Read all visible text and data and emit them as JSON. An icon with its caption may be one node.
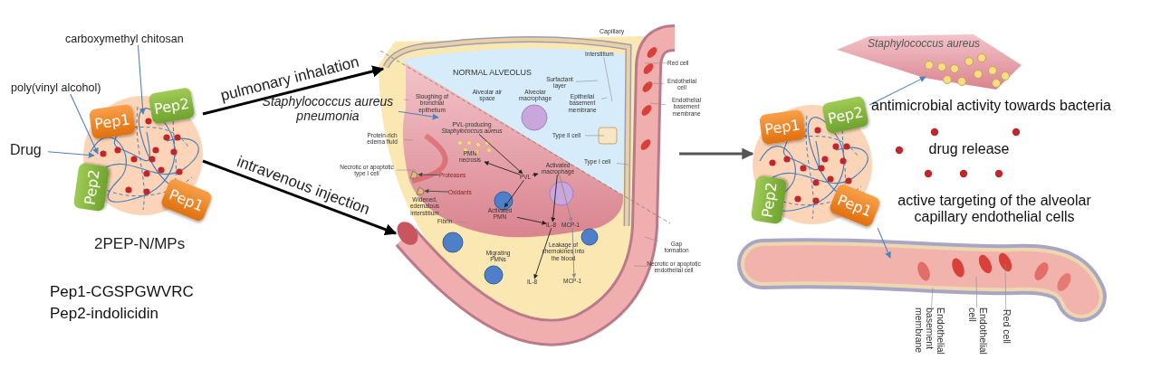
{
  "diagram": {
    "nodes": [
      {
        "text": [],
        "shape": "circle",
        "beside": [
          "2PEP-N/MPs"
        ]
      },
      {
        "text": [
          "Pep1"
        ],
        "in": 0
      },
      {
        "text": [
          "Pep2"
        ]
      },
      {
        "text": [
          "Pep2"
        ]
      },
      {
        "text": [
          "Pep1"
        ]
      },
      {
        "text": [
          "carboxymethyl chitosan"
        ]
      },
      {
        "text": [
          "poly(vinyl alcohol)"
        ]
      },
      {
        "text": [
          "Drug"
        ]
      },
      {
        "text": [],
        "shape": "picture"
      },
      {
        "text": [
          "Staphylococcus aureus pneumonia"
        ]
      },
      {
        "text": [],
        "shape": "circle"
      },
      {
        "text": [
          "Pep1"
        ],
        "in": 10
      },
      {
        "text": [
          "Pep2"
        ]
      },
      {
        "text": [
          "Pep2"
        ],
        "in": 10
      },
      {
        "text": [
          "Pep1"
        ]
      },
      {
        "text": [
          "Staphylococcus aureus"
        ]
      },
      {
        "text": [],
        "shape": "picture"
      },
      {
        "text": [
          "Endothelial basement membrane"
        ]
      },
      {
        "text": [
          "Endothelial cell"
        ]
      },
      {
        "text": [
          "Red cell"
        ]
      },
      {
        "text": [
          "Sloughing of bronchial epithelium"
        ],
        "in": 8
      },
      {
        "text": [
          "Protein-rich edema fluid"
        ]
      },
      {
        "text": [
          "Necrotic or apoptotic type I cell"
        ]
      },
      {
        "text": [
          "Fibrin"
        ],
        "in": 8
      },
      {
        "text": [
          "Interstitium"
        ],
        "in": 8
      },
      {
        "text": [
          "Red cell"
        ]
      },
      {
        "text": [
          "Endothelial cell"
        ]
      },
      {
        "text": [
          "Endothelial basement membrane"
        ]
      },
      {
        "text": [
          "Surfactant layer"
        ],
        "in": 8
      },
      {
        "text": [
          "Epithelial basement membrane"
        ],
        "in": 8
      },
      {
        "text": [
          "Type II cell"
        ],
        "in": 8
      },
      {
        "text": [
          "Type I cell"
        ],
        "in": 8
      },
      {
        "text": [
          "Gap formation"
        ]
      },
      {
        "text": [
          "Necrotic or apoptotic endothelial cell"
        ]
      },
      {
        "text": [
          "PVL-producing *Staphylococcus aureus*"
        ],
        "in": 8
      },
      {
        "text": [
          "PVL"
        ],
        "in": 8
      },
      {
        "text": [
          "PMN necrosis"
        ],
        "in": 8
      },
      {
        "text": [
          "Activated macrophage"
        ],
        "in": 8
      },
      {
        "text": [
          "Activated PMN"
        ],
        "in": 8
      },
      {
        "text": [
          "IL-8"
        ],
        "in": 8
      },
      {
        "text": [
          "MCP-1"
        ],
        "in": 8
      },
      {
        "text": [
          "IL-8"
        ],
        "in": 8
      },
      {
        "text": [
          "MCP-1"
        ],
        "in": 8
      },
      {
        "text": [
          "Proteases"
        ],
        "in": 8
      },
      {
        "text": [
          "Oxidants"
        ],
        "in": 8
      },
      {
        "text": [],
        "shape": "picture",
        "in": 8
      },
      {
        "text": [],
        "shape": "picture",
        "in": 8
      }
    ],
    "edges": [
      {
        "from": 5,
        "to": 0,
        "arrow": "to",
        "color": "#4f81bd"
      },
      {
        "from": 6,
        "to": 0,
        "arrow": "to",
        "color": "#4f81bd"
      },
      {
        "from": 7,
        "to": 0,
        "arrow": "to",
        "color": "#4f81bd"
      },
      {
        "from": 0,
        "to": 8,
        "arrow": "to",
        "label": "pulmonary inhalation",
        "color": "#000000",
        "style": "thick"
      },
      {
        "from": 0,
        "to": 8,
        "arrow": "to",
        "label": "intravenous injection",
        "color": "#000000",
        "style": "thick"
      },
      {
        "from": 9,
        "to": 8,
        "arrow": "to",
        "color": "#4f81bd"
      },
      {
        "from": 8,
        "to": 10,
        "arrow": "to",
        "color": "#555555",
        "style": "thick"
      },
      {
        "from": 12,
        "to": 15,
        "arrow": "to",
        "color": "#4f81bd"
      },
      {
        "from": 14,
        "to": 16,
        "arrow": "to",
        "color": "#4f81bd"
      },
      {
        "from": 17,
        "to": 16,
        "arrow": "none"
      },
      {
        "from": 18,
        "to": 16,
        "arrow": "none"
      },
      {
        "from": 19,
        "to": 16,
        "arrow": "none"
      },
      {
        "from": 20,
        "to": 8,
        "arrow": "none"
      },
      {
        "from": 21,
        "to": 8,
        "arrow": "none"
      },
      {
        "from": 22,
        "to": 8,
        "arrow": "none"
      },
      {
        "from": 23,
        "to": 8,
        "arrow": "none"
      },
      {
        "from": 24,
        "to": 8,
        "arrow": "none"
      },
      {
        "from": 25,
        "to": 8,
        "arrow": "none"
      },
      {
        "from": 26,
        "to": 8,
        "arrow": "none"
      },
      {
        "from": 27,
        "to": 8,
        "arrow": "none"
      },
      {
        "from": 28,
        "to": 8,
        "arrow": "none"
      },
      {
        "from": 29,
        "to": 8,
        "arrow": "none"
      },
      {
        "from": 30,
        "to": 8,
        "arrow": "none"
      },
      {
        "from": 31,
        "to": 8,
        "arrow": "none"
      },
      {
        "from": 32,
        "to": 8,
        "arrow": "none"
      },
      {
        "from": 33,
        "to": 8,
        "arrow": "none"
      },
      {
        "from": 34,
        "to": 35,
        "arrow": "to",
        "color": "#222222"
      },
      {
        "from": 35,
        "to": 36,
        "arrow": "to",
        "color": "#222222"
      },
      {
        "from": 35,
        "to": 37,
        "arrow": "to",
        "color": "#222222"
      },
      {
        "from": 35,
        "to": 38,
        "arrow": "to",
        "color": "#222222"
      },
      {
        "from": 38,
        "to": 39,
        "arrow": "to",
        "color": "#222222"
      },
      {
        "from": 37,
        "to": 39,
        "arrow": "to",
        "color": "#222222"
      },
      {
        "from": 37,
        "to": 40,
        "arrow": "to"
      },
      {
        "from": 39,
        "to": 41,
        "arrow": "to",
        "color": "#222222"
      },
      {
        "from": 40,
        "to": 42,
        "arrow": "to"
      },
      {
        "from": 43,
        "to": 45,
        "arrow": "to",
        "color": "#444444"
      },
      {
        "from": 44,
        "to": 46,
        "arrow": "to",
        "color": "#444444"
      }
    ],
    "labels": [
      "NORMAL ALVEOLUS",
      "Capillary",
      "Alveolar air space",
      "Alveolar macrophage",
      "Widened, edematous interstitium",
      "Migrating PMNs",
      "Leakage of chemokines into the blood",
      "antimicrobial activity towards bacteria",
      "drug release",
      "active targeting of the alveolar capillary endothelial cells",
      "Pep1-CGSPGWVRC",
      "Pep2-indolicidin"
    ]
  }
}
